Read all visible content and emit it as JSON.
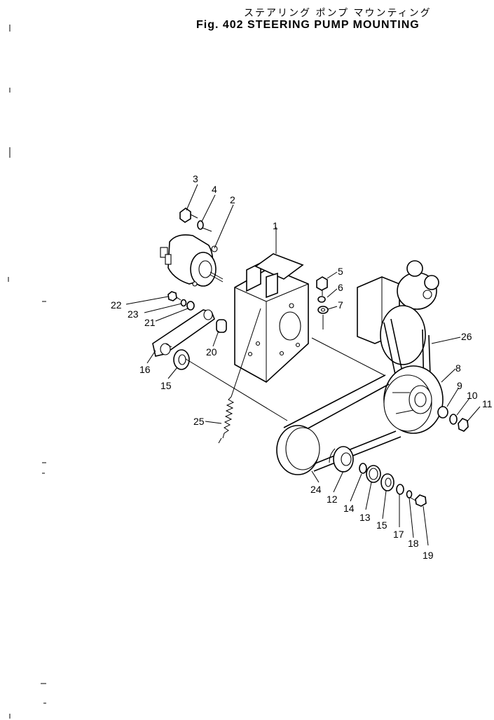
{
  "title": {
    "japanese": "ステアリング ポンプ マウンティング",
    "english": "Fig. 402 STEERING PUMP MOUNTING"
  },
  "callouts": [
    {
      "id": "c1",
      "text": "1"
    },
    {
      "id": "c2",
      "text": "2"
    },
    {
      "id": "c3",
      "text": "3"
    },
    {
      "id": "c4",
      "text": "4"
    },
    {
      "id": "c5",
      "text": "5"
    },
    {
      "id": "c6",
      "text": "6"
    },
    {
      "id": "c7",
      "text": "7"
    },
    {
      "id": "c8",
      "text": "8"
    },
    {
      "id": "c9",
      "text": "9"
    },
    {
      "id": "c10",
      "text": "10"
    },
    {
      "id": "c11",
      "text": "11"
    },
    {
      "id": "c12",
      "text": "12"
    },
    {
      "id": "c13",
      "text": "13"
    },
    {
      "id": "c14",
      "text": "14"
    },
    {
      "id": "c15a",
      "text": "15"
    },
    {
      "id": "c15b",
      "text": "15"
    },
    {
      "id": "c16",
      "text": "16"
    },
    {
      "id": "c17",
      "text": "17"
    },
    {
      "id": "c18",
      "text": "18"
    },
    {
      "id": "c19",
      "text": "19"
    },
    {
      "id": "c20",
      "text": "20"
    },
    {
      "id": "c21",
      "text": "21"
    },
    {
      "id": "c22",
      "text": "22"
    },
    {
      "id": "c23",
      "text": "23"
    },
    {
      "id": "c24",
      "text": "24"
    },
    {
      "id": "c25",
      "text": "25"
    },
    {
      "id": "c26",
      "text": "26"
    }
  ]
}
